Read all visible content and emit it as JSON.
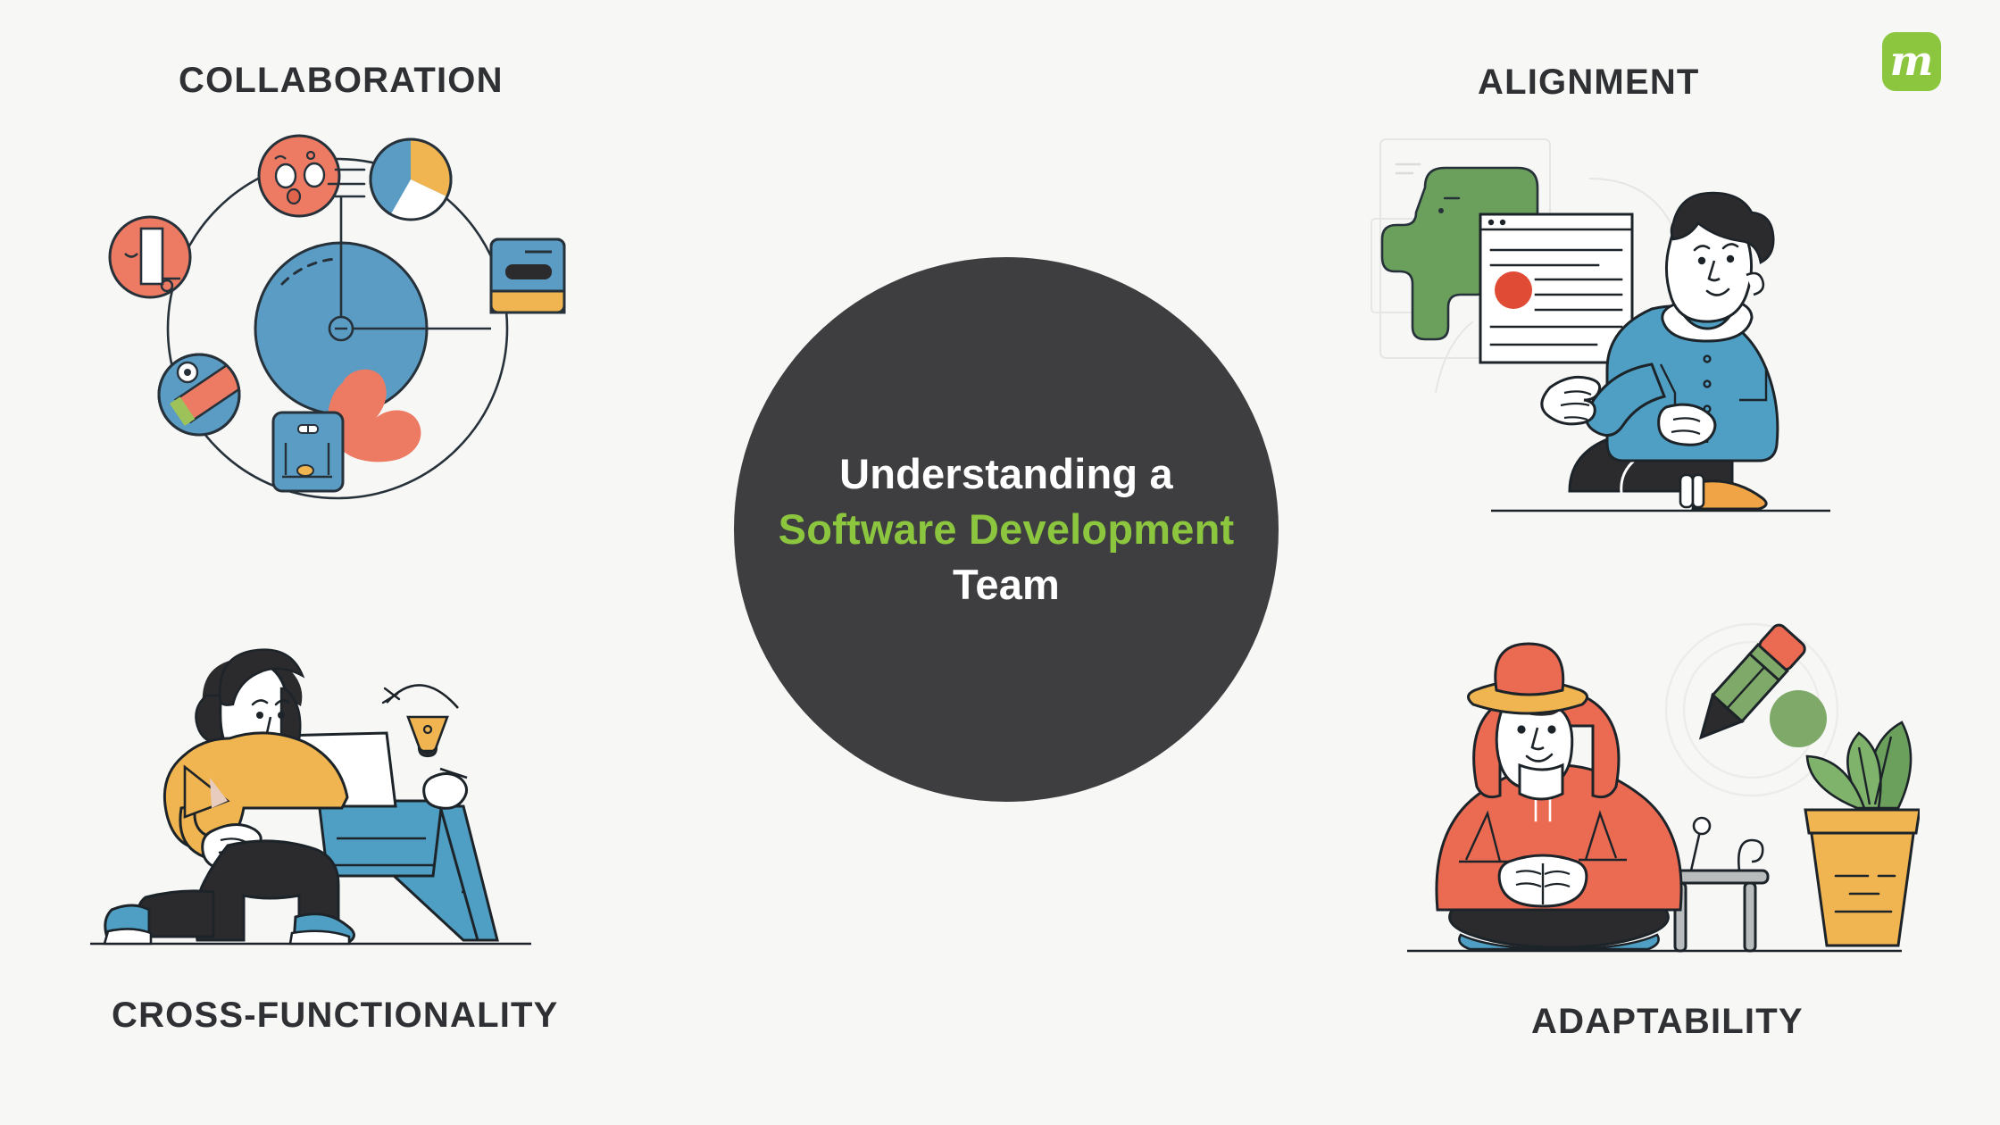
{
  "background_color": "#f7f7f6",
  "brand": {
    "logo_letter": "m",
    "logo_name": "brand-logo-m",
    "logo_bg": "#8cc63f",
    "logo_fg": "#ffffff"
  },
  "hero": {
    "line1": "Understanding a",
    "line2": "Software Development",
    "line3": "Team",
    "circle_color": "#3e3e40",
    "text_color": "#ffffff",
    "accent_color": "#8cc63f"
  },
  "quadrants": [
    {
      "id": "collaboration",
      "label": "COLLABORATION",
      "position": "top-left",
      "illustration": "network-of-connected-nodes-around-blue-circle"
    },
    {
      "id": "alignment",
      "label": "ALIGNMENT",
      "position": "top-right",
      "illustration": "seated-man-presenting-document-card"
    },
    {
      "id": "cross-functionality",
      "label": "CROSS-FUNCTIONALITY",
      "position": "bottom-left",
      "illustration": "kneeling-woman-with-laptop-at-desk"
    },
    {
      "id": "adaptability",
      "label": "ADAPTABILITY",
      "position": "bottom-right",
      "illustration": "seated-person-with-hat-pencil-and-plant"
    }
  ],
  "label_color": "#2f3033",
  "palette": {
    "blue": "#5b9cc4",
    "coral": "#ed7b63",
    "red": "#e04b36",
    "yellow": "#f0b450",
    "amber": "#f2a93b",
    "green": "#6aa05c",
    "green_light": "#8cc63f",
    "ink": "#26313a",
    "dark": "#2b2b2e",
    "white": "#ffffff"
  }
}
